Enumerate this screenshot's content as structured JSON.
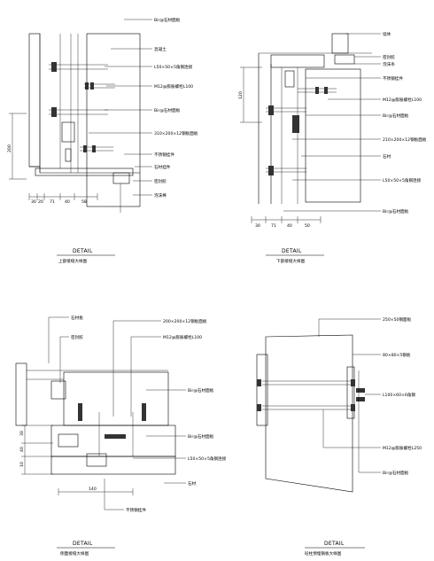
{
  "panels": [
    {
      "id": "top-left",
      "detail": "DETAIL",
      "caption": "上部接缝大样图",
      "labels": [
        "Bir@石材面板",
        "混凝土",
        "L50×50×5角钢连接",
        "M12@膨胀螺栓L100",
        "Bir@石材面板",
        "310×200×12钢板面板",
        "不锈钢挂件",
        "石材挂件",
        "密封胶",
        "泡沫棒"
      ],
      "dims": [
        "30",
        "20",
        "71",
        "40",
        "58"
      ],
      "vdim": "200"
    },
    {
      "id": "top-right",
      "detail": "DETAIL",
      "caption": "下部接缝大样图",
      "labels": [
        "墙体",
        "密封胶",
        "泡沫条",
        "不锈钢挂件",
        "M12@膨胀螺栓L100",
        "Bir@石材面板",
        "210×200×12钢板面板",
        "石材",
        "L50×50×5角钢连接",
        "Bir@石材面板"
      ],
      "dims": [
        "30",
        "71",
        "40",
        "50"
      ],
      "vdim": "120"
    },
    {
      "id": "bottom-left",
      "detail": "DETAIL",
      "caption": "侧面接缝大样图",
      "labels": [
        "石材板",
        "密封胶",
        "200×200×12钢板面板",
        "M12@膨胀螺栓L100",
        "Bir@石材面板",
        "Bir@石材面板",
        "L50×50×5角钢连接",
        "石材",
        "不锈钢挂件"
      ],
      "dims": [
        "30",
        "40",
        "10",
        "140"
      ]
    },
    {
      "id": "bottom-right",
      "detail": "DETAIL",
      "caption": "砼柱预埋钢板大样图",
      "labels": [
        "250×50钢面板",
        "80×80×5钢板",
        "L100×60×6角钢",
        "M12@膨胀螺栓L250",
        "Bir@石材面板"
      ]
    }
  ]
}
